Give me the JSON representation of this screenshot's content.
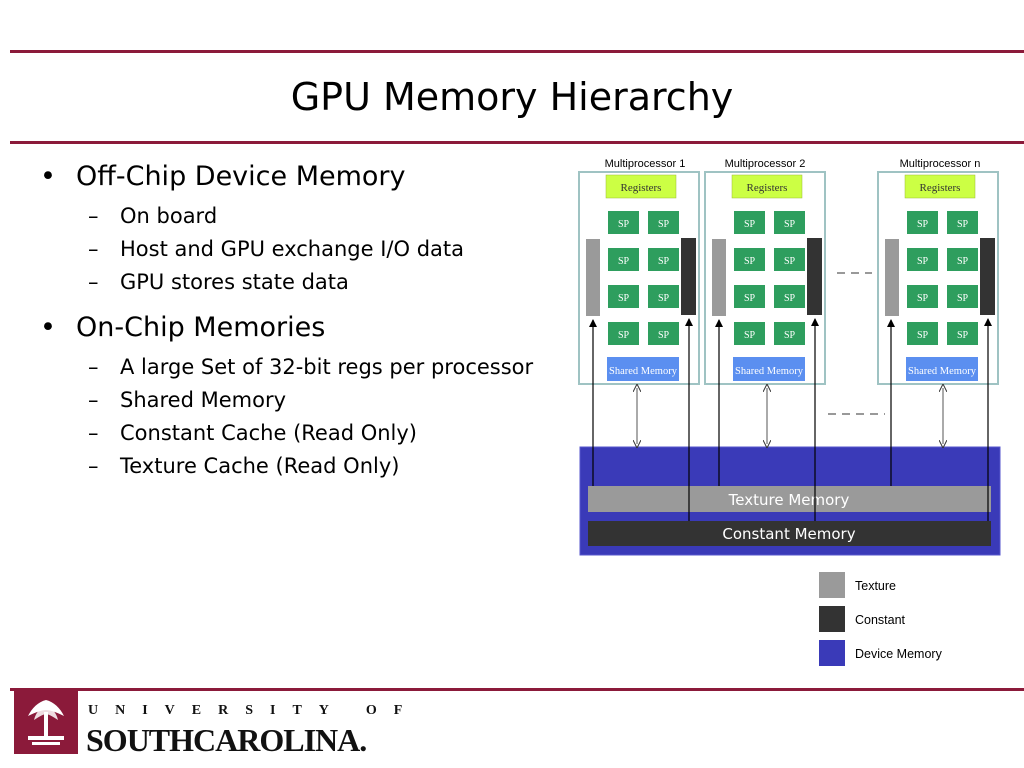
{
  "slide": {
    "title": "GPU Memory Hierarchy",
    "bullets": [
      {
        "text": "Off-Chip Device Memory",
        "sub": [
          "On board",
          "Host and GPU exchange I/O data",
          "GPU stores state data"
        ]
      },
      {
        "text": "On-Chip Memories",
        "sub": [
          "A large Set of 32-bit regs per processor",
          "Shared Memory",
          "Constant Cache (Read Only)",
          "Texture Cache (Read Only)"
        ]
      }
    ]
  },
  "diagram": {
    "multiprocessors": [
      {
        "label": "Multiprocessor 1"
      },
      {
        "label": "Multiprocessor 2"
      },
      {
        "label": "Multiprocessor n"
      }
    ],
    "registers_label": "Registers",
    "sp_label": "SP",
    "shared_memory_label": "Shared Memory",
    "texture_memory_label": "Texture Memory",
    "constant_memory_label": "Constant Memory",
    "legend": [
      {
        "label": "Texture",
        "color": "#9a9a9a"
      },
      {
        "label": "Constant",
        "color": "#333333"
      },
      {
        "label": "Device Memory",
        "color": "#3a3ab8"
      }
    ],
    "colors": {
      "registers": "#ccff44",
      "sp": "#2e9e5e",
      "shared_memory": "#5b8ff0",
      "device_memory": "#3a3ab8",
      "texture": "#9a9a9a",
      "constant": "#333333",
      "mp_border": "#9fc3c3"
    }
  },
  "footer": {
    "university_top": "UNIVERSITY OF",
    "university_main": "SOUTHCAROLINA."
  }
}
